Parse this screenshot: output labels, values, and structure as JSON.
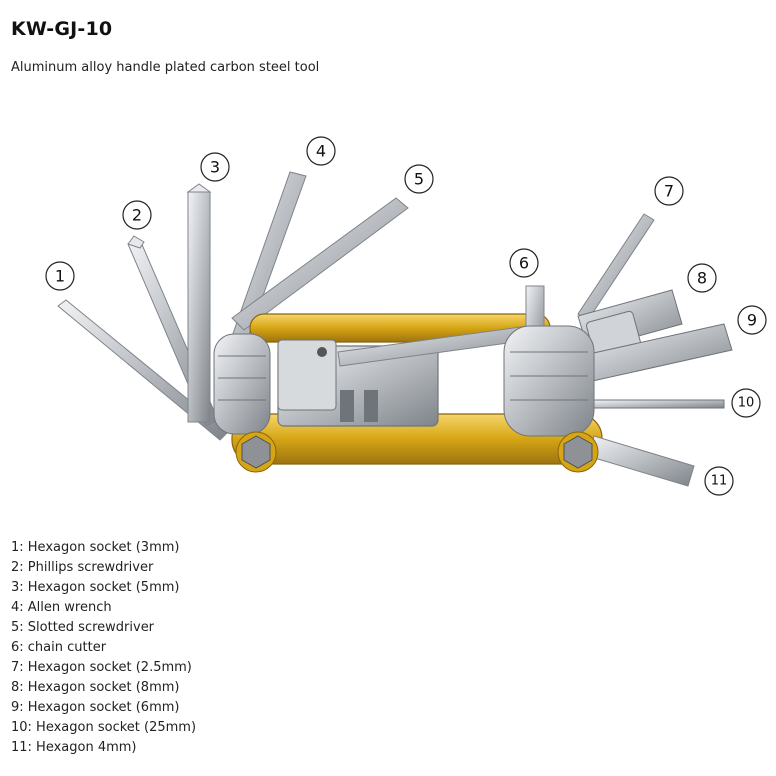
{
  "header": {
    "model": "KW-GJ-10",
    "description": "Aluminum alloy handle plated carbon steel tool"
  },
  "callouts": [
    "1",
    "2",
    "3",
    "4",
    "5",
    "6",
    "7",
    "8",
    "9",
    "10",
    "11"
  ],
  "legend": [
    "1: Hexagon socket (3mm)",
    "2: Phillips screwdriver",
    "3: Hexagon socket (5mm)",
    "4: Allen wrench",
    "5: Slotted screwdriver",
    "6: chain cutter",
    "7: Hexagon socket (2.5mm)",
    "8: Hexagon socket (8mm)",
    "9: Hexagon socket (6mm)",
    "10: Hexagon socket (25mm)",
    "11: Hexagon 4mm)"
  ],
  "colors": {
    "handle_gold": "#d6a514",
    "steel": "#c9ccd0",
    "steel_dark": "#8e9297"
  }
}
